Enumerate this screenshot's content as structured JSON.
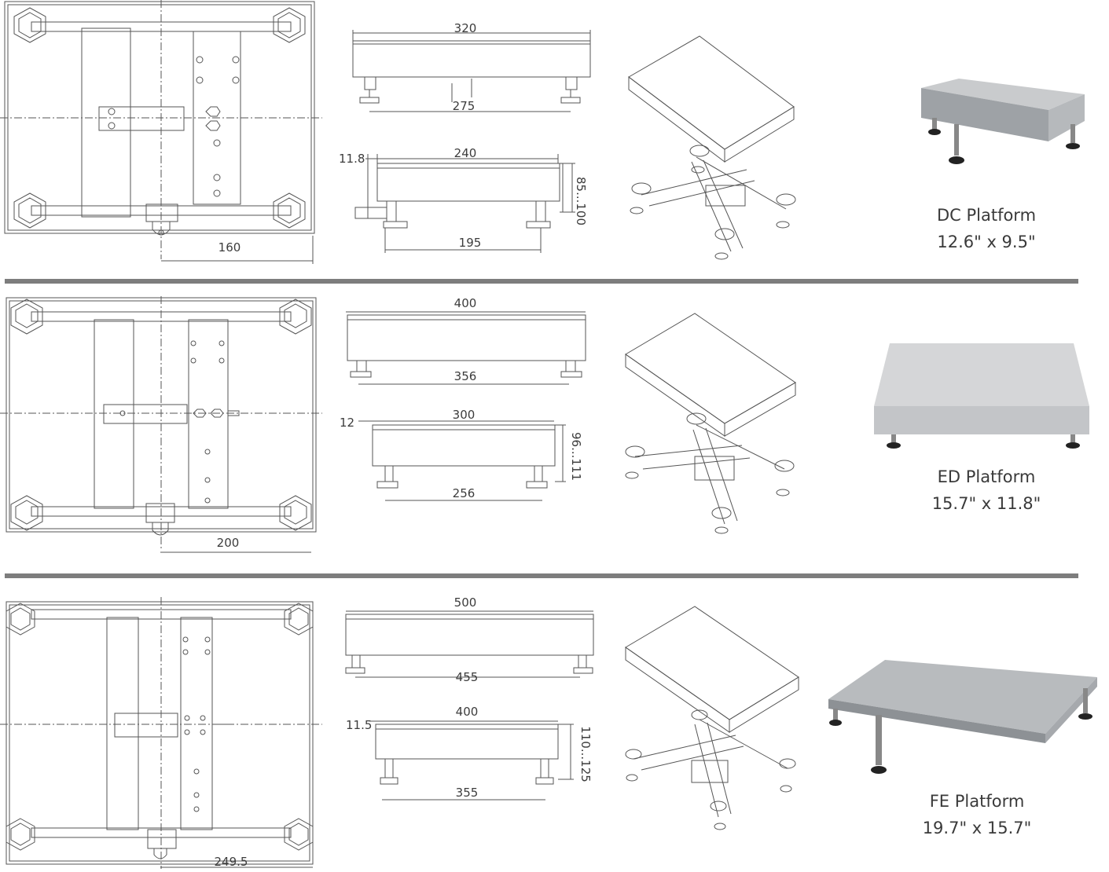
{
  "platforms": [
    {
      "name": "DC Platform",
      "size": "12.6\" x 9.5\"",
      "top_view": {
        "dim_half_width": "160"
      },
      "front_view": {
        "overall_width": "320",
        "foot_span": "275"
      },
      "side_view": {
        "depth": "240",
        "foot_span": "195",
        "top_thickness": "11.8",
        "height_range": "85...100"
      }
    },
    {
      "name": "ED Platform",
      "size": "15.7\" x 11.8\"",
      "top_view": {
        "dim_half_width": "200"
      },
      "front_view": {
        "overall_width": "400",
        "foot_span": "356"
      },
      "side_view": {
        "depth": "300",
        "foot_span": "256",
        "top_thickness": "12",
        "height_range": "96...111"
      }
    },
    {
      "name": "FE Platform",
      "size": "19.7\" x 15.7\"",
      "top_view": {
        "dim_half_width": "249.5"
      },
      "front_view": {
        "overall_width": "500",
        "foot_span": "455"
      },
      "side_view": {
        "depth": "400",
        "foot_span": "355",
        "top_thickness": "11.5",
        "height_range": "110...125"
      }
    }
  ],
  "colors": {
    "line": "#555555",
    "divider": "#7d7d7d",
    "steel_top": "#c9cbcd",
    "steel_side": "#9ea2a6"
  }
}
